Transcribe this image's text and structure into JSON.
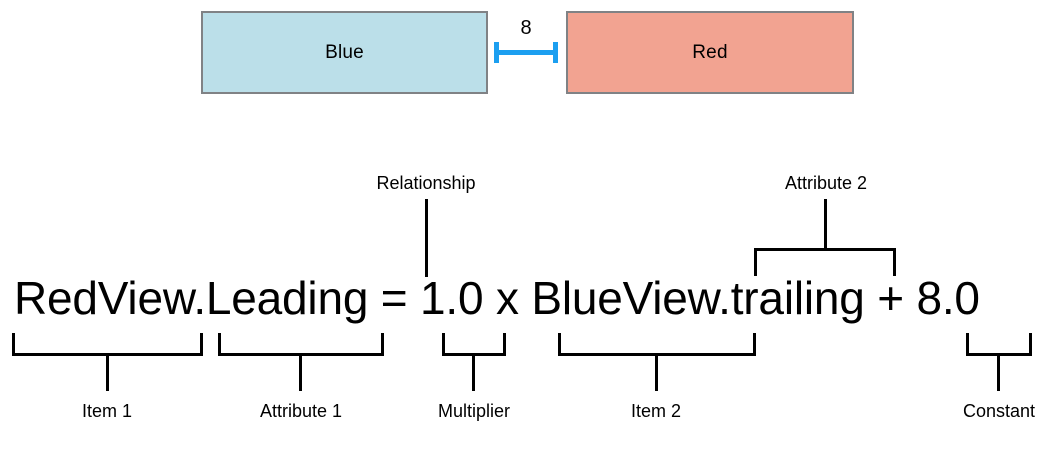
{
  "diagram": {
    "title_context": "Auto Layout constraint anatomy",
    "views": [
      {
        "name": "blue-view",
        "label": "Blue",
        "color": "#bbdfe9",
        "border_color": "#808285"
      },
      {
        "name": "red-view",
        "label": "Red",
        "color": "#f2a391",
        "border_color": "#808285"
      }
    ],
    "spacer": {
      "value": "8",
      "color": "#1c9ff0",
      "icon": "horizontal-distance-indicator"
    }
  },
  "equation": {
    "full_text": "RedView.Leading = 1.0 x BlueView.trailing + 8.0",
    "tokens": {
      "item1": "RedView",
      "attribute1": ".Leading",
      "relationship": "=",
      "multiplier": "1.0",
      "operator": "x",
      "item2": "BlueView",
      "attribute2": ".trailing",
      "plus": "+",
      "constant": "8.0"
    }
  },
  "annotations": {
    "above": [
      {
        "key": "relationship",
        "label": "Relationship"
      },
      {
        "key": "attribute2",
        "label": "Attribute 2"
      }
    ],
    "below": [
      {
        "key": "item1",
        "label": "Item 1"
      },
      {
        "key": "attribute1",
        "label": "Attribute 1"
      },
      {
        "key": "multiplier",
        "label": "Multiplier"
      },
      {
        "key": "item2",
        "label": "Item 2"
      },
      {
        "key": "constant",
        "label": "Constant"
      }
    ]
  }
}
